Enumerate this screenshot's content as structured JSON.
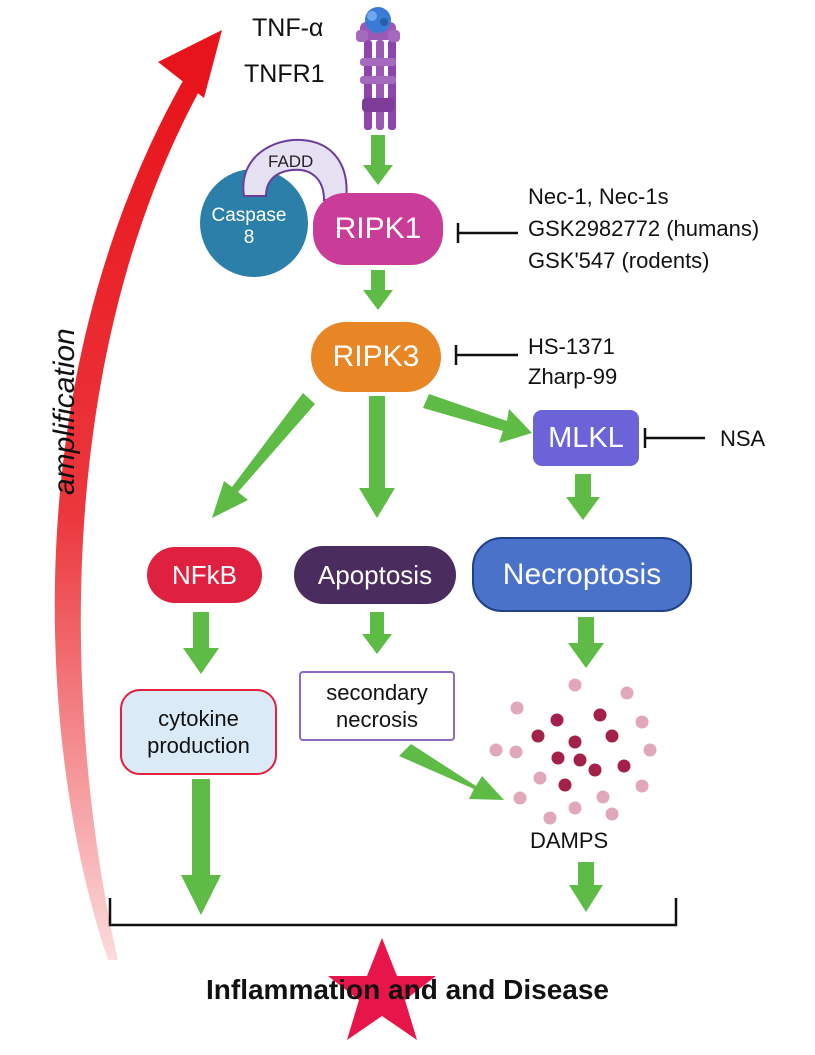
{
  "receptor": {
    "ligand": "TNF-α",
    "receptor": "TNFR1"
  },
  "complex": {
    "adapter": "FADD",
    "caspase": "Caspase\n8"
  },
  "nodes": {
    "ripk1": "RIPK1",
    "ripk3": "RIPK3",
    "mlkl": "MLKL",
    "nfkb": "NFkB",
    "apoptosis": "Apoptosis",
    "necroptosis": "Necroptosis"
  },
  "inhibitors": {
    "ripk1": [
      "Nec-1, Nec-1s",
      "GSK2982772 (humans)",
      "GSK'547 (rodents)"
    ],
    "ripk3": [
      "HS-1371",
      "Zharp-99"
    ],
    "mlkl": [
      "NSA"
    ]
  },
  "outcomes": {
    "cytokine": "cytokine\nproduction",
    "secondary_necrosis": "secondary\nnecrosis",
    "damps": "DAMPS"
  },
  "loop_label": "amplification",
  "final": "Inflammation and and Disease",
  "colors": {
    "arrow_green": "#5dbb46",
    "ripk1": "#c93c98",
    "ripk3": "#e88524",
    "mlkl": "#6c63d9",
    "nfkb": "#e0203f",
    "apoptosis": "#4a2d5e",
    "necroptosis": "#4a72c8",
    "caspase": "#2c7fa8",
    "fadd": "#e6e0f3",
    "amplification_arrow": "#e8141b",
    "star": "#e8154a",
    "damps_dark": "#a32048",
    "damps_light": "#e0a8b8"
  }
}
